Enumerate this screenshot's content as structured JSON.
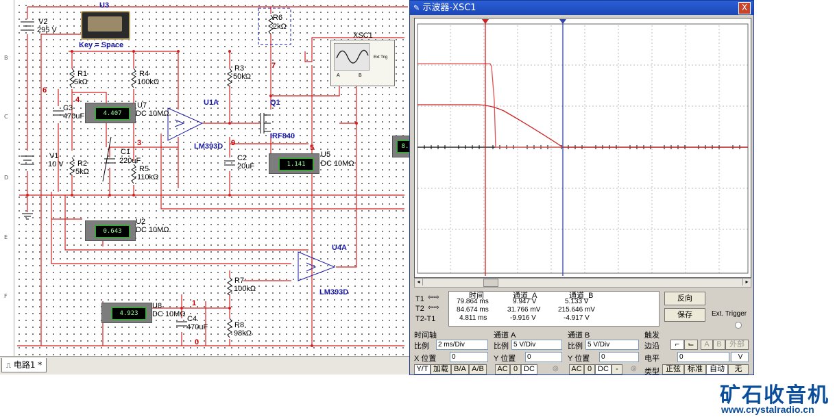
{
  "schematic": {
    "ruler_marks": [
      "B",
      "C",
      "D",
      "E",
      "F"
    ],
    "components": {
      "v2": "V2",
      "v2_value": "295 V",
      "u3": "U3",
      "u3_key": "Key = Space",
      "r6": "R6",
      "r6_value": "2kΩ",
      "r1": "R1",
      "r1_value": "5kΩ",
      "r4": "R4",
      "r4_value": "100kΩ",
      "r3": "R3",
      "r3_value": "50kΩ",
      "c3": "C3",
      "c3_value": "470uF",
      "u7": "U7",
      "u7_mode": "DC  10MΩ",
      "u1a": "U1A",
      "u1a_part": "LM393D",
      "q1": "Q1",
      "q1_part": "IRF840",
      "c1": "C1",
      "c1_value": "220uF",
      "r5": "R5",
      "r5_value": "110kΩ",
      "c2": "C2",
      "c2_value": "20uF",
      "u5": "U5",
      "u5_mode": "DC  10MΩ",
      "v1": "V1",
      "v1_value": "10 V",
      "r2": "R2",
      "r2_value": "5kΩ",
      "u2": "U2",
      "u2_mode": "DC  10MΩ",
      "u4a": "U4A",
      "u4a_part": "LM393D",
      "r7": "R7",
      "r7_value": "100kΩ",
      "u8": "U8",
      "u8_mode": "DC  10MΩ",
      "c4": "C4",
      "c4_value": "470uF",
      "r8": "R8",
      "r8_value": "98kΩ",
      "xsc1": "XSC1",
      "ext_trig": "Ext Trig",
      "ch_a": "A",
      "ch_b": "B"
    },
    "nets": [
      "6",
      "4",
      "3",
      "7",
      "9",
      "5",
      "1",
      "0"
    ],
    "meters": {
      "u7": "4.407",
      "u5": "1.141",
      "u2": "0.643",
      "u8": "4.923",
      "edge": "8."
    }
  },
  "tab": {
    "label": "电路1 *"
  },
  "scope": {
    "title": "示波器-XSC1",
    "close": "X",
    "readout": {
      "headers": [
        "时间",
        "通道_A",
        "通道_B"
      ],
      "rows": [
        {
          "label": "T1",
          "time": "79.864 ms",
          "a": "9.947 V",
          "b": "5.133 V"
        },
        {
          "label": "T2",
          "time": "84.674 ms",
          "a": "31.766 mV",
          "b": "215.646 mV"
        },
        {
          "label": "T2-T1",
          "time": "4.811 ms",
          "a": "-9.916 V",
          "b": "-4.917 V"
        }
      ],
      "reverse_btn": "反向",
      "save_btn": "保存",
      "ext_trigger": "Ext. Trigger"
    },
    "timebase": {
      "group": "时间轴",
      "scale_label": "比例",
      "scale": "2 ms/Div",
      "xpos_label": "X 位置",
      "xpos": "0",
      "modes": [
        "Y/T",
        "加载",
        "B/A",
        "A/B"
      ]
    },
    "channel_a": {
      "group": "通道 A",
      "scale_label": "比例",
      "scale": "5  V/Div",
      "ypos_label": "Y 位置",
      "ypos": "0",
      "coupling": [
        "AC",
        "0",
        "DC"
      ]
    },
    "channel_b": {
      "group": "通道 B",
      "scale_label": "比例",
      "scale": "5  V/Div",
      "ypos_label": "Y 位置",
      "ypos": "0",
      "coupling": [
        "AC",
        "0",
        "DC",
        "-"
      ]
    },
    "trigger": {
      "group": "触发",
      "edge_label": "边沿",
      "edge_sources": [
        "A",
        "B",
        "外部"
      ],
      "level_label": "电平",
      "level": "0",
      "level_unit": "V",
      "type_label": "类型",
      "types": [
        "正弦",
        "标准",
        "自动",
        "无"
      ]
    },
    "cursor_colors": {
      "t1": "#cc2222",
      "t2": "#3344aa"
    },
    "trace_colors": {
      "a": "#e05050",
      "b": "#cc2222"
    }
  },
  "brand": {
    "name": "矿石收音机",
    "url": "www.crystalradio.cn"
  }
}
